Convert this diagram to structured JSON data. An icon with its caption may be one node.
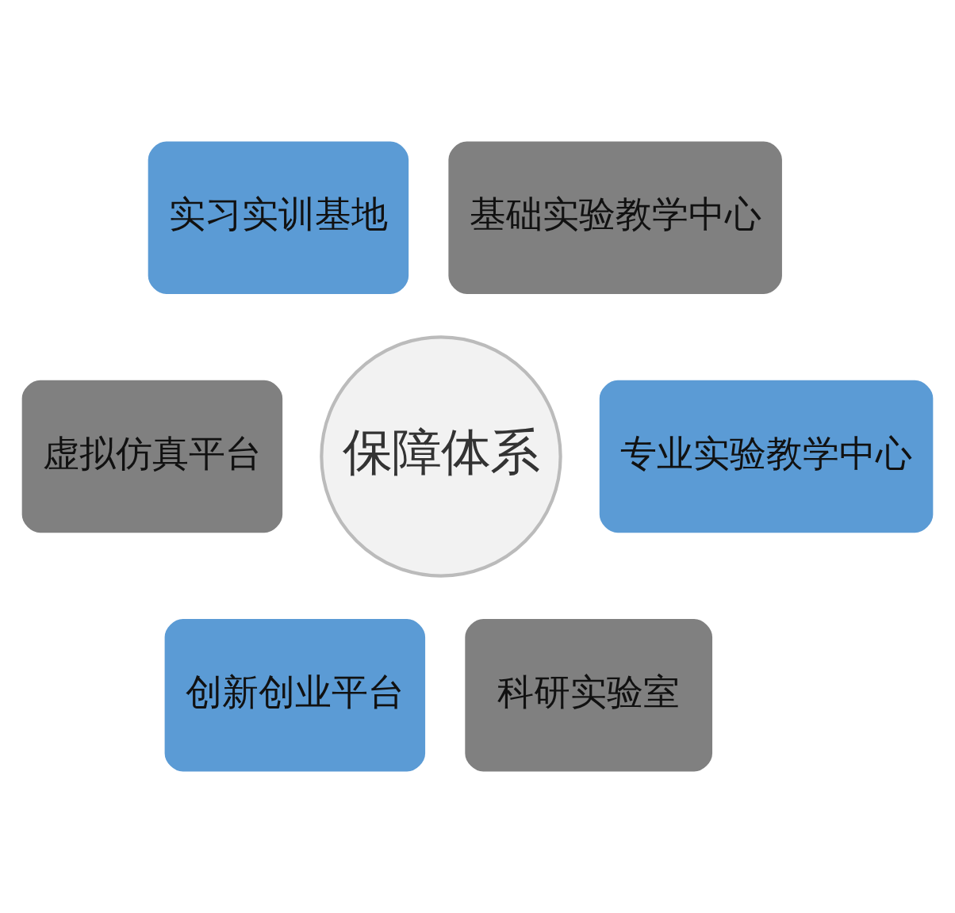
{
  "diagram": {
    "nodes": [
      {
        "text": [
          "保障体系"
        ]
      },
      {
        "text": [
          "实习实训基地"
        ]
      },
      {
        "text": [
          "基础实验教学中心"
        ]
      },
      {
        "text": [
          "专业实验教学中心"
        ]
      },
      {
        "text": [
          "科研实验室"
        ]
      },
      {
        "text": [
          "创新创业平台"
        ]
      },
      {
        "text": [
          "虚拟仿真平台"
        ]
      }
    ]
  }
}
